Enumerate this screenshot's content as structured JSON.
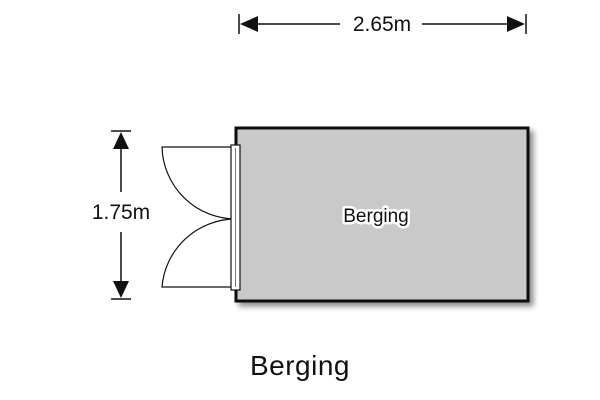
{
  "plan": {
    "room": {
      "label": "Berging",
      "fill_color": "#c9c9c9",
      "wall_color": "#111111"
    },
    "dimensions": {
      "width_label": "2.65m",
      "depth_label": "1.75m"
    },
    "caption": "Berging",
    "door": {
      "type": "double-swing-door"
    }
  }
}
